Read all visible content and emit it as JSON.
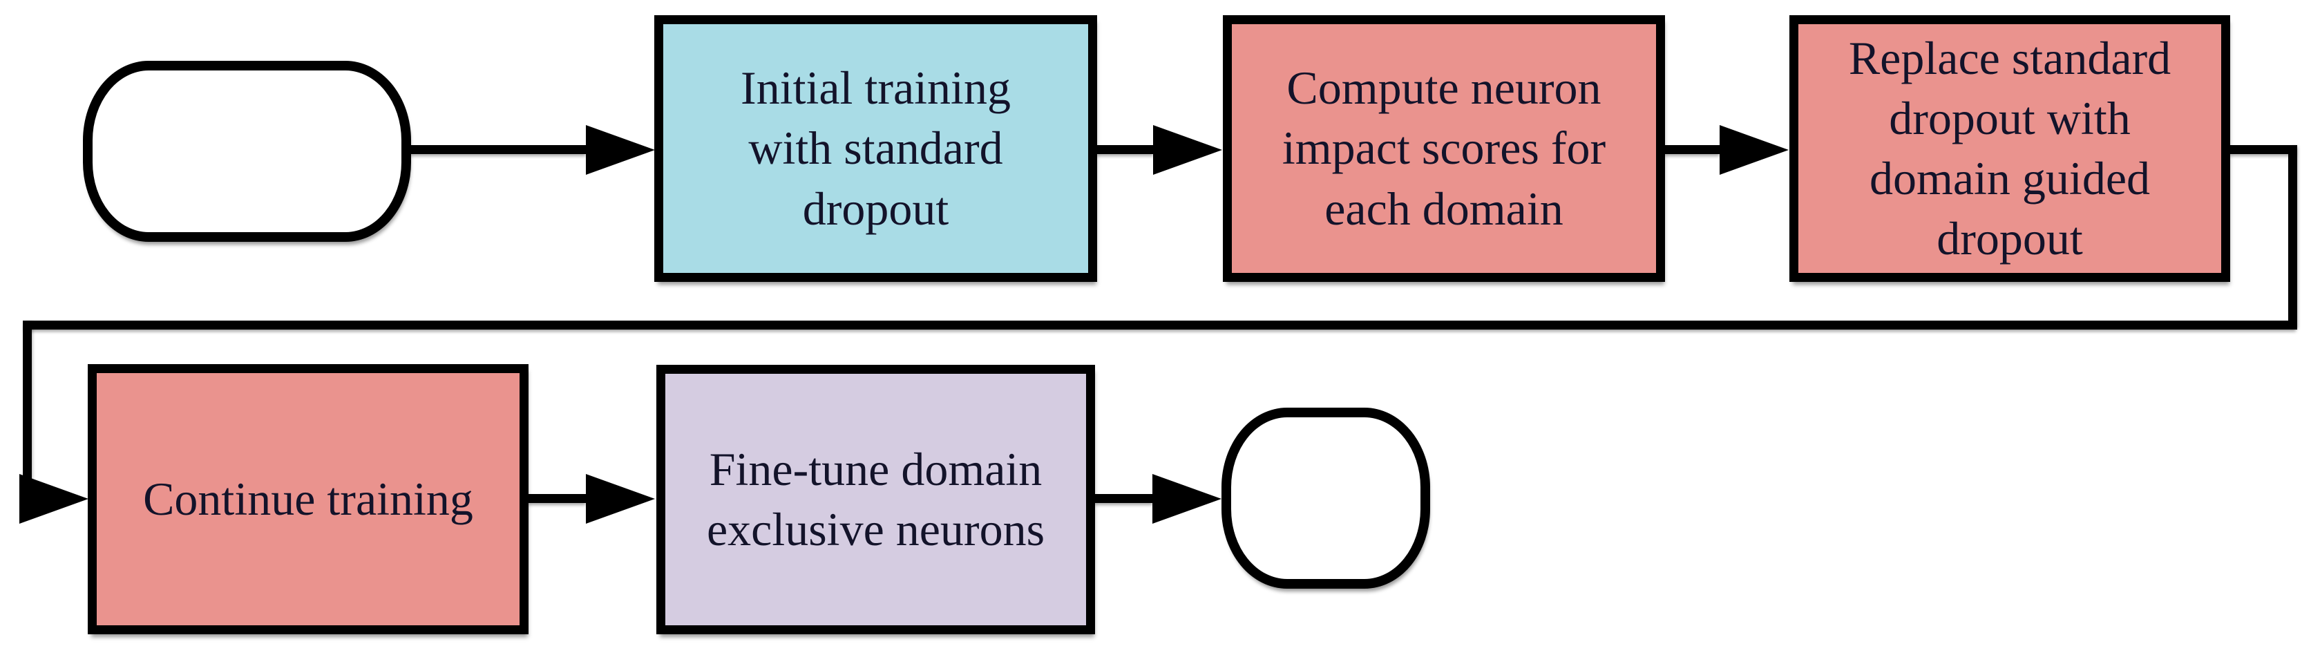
{
  "flowchart": {
    "description": "Domain guided dropout training pipeline flowchart",
    "nodes": [
      {
        "id": "start",
        "kind": "terminator",
        "label": "",
        "fill": "#ffffff"
      },
      {
        "id": "initial-training",
        "kind": "process",
        "label": "Initial training\nwith standard\ndropout",
        "fill": "#a9dce6"
      },
      {
        "id": "compute-neuron-impact",
        "kind": "process",
        "label": "Compute neuron\nimpact scores for\neach domain",
        "fill": "#ea938e"
      },
      {
        "id": "replace-dropout",
        "kind": "process",
        "label": "Replace standard\ndropout with\ndomain guided\ndropout",
        "fill": "#ea938e"
      },
      {
        "id": "continue-training",
        "kind": "process",
        "label": "Continue training",
        "fill": "#ea938e"
      },
      {
        "id": "fine-tune-neurons",
        "kind": "process",
        "label": "Fine-tune domain\nexclusive neurons",
        "fill": "#d5cce1"
      },
      {
        "id": "end",
        "kind": "terminator",
        "label": "",
        "fill": "#ffffff"
      }
    ],
    "edges": [
      {
        "from": "start",
        "to": "initial-training"
      },
      {
        "from": "initial-training",
        "to": "compute-neuron-impact"
      },
      {
        "from": "compute-neuron-impact",
        "to": "replace-dropout"
      },
      {
        "from": "replace-dropout",
        "to": "continue-training",
        "routing": "wrap-around-left"
      },
      {
        "from": "continue-training",
        "to": "fine-tune-neurons"
      },
      {
        "from": "fine-tune-neurons",
        "to": "end"
      }
    ],
    "colors": {
      "process_blue": "#a9dce6",
      "process_salmon": "#ea938e",
      "process_lavender": "#d5cce1",
      "terminator_fill": "#ffffff",
      "stroke": "#000000",
      "text": "#13132a"
    }
  }
}
